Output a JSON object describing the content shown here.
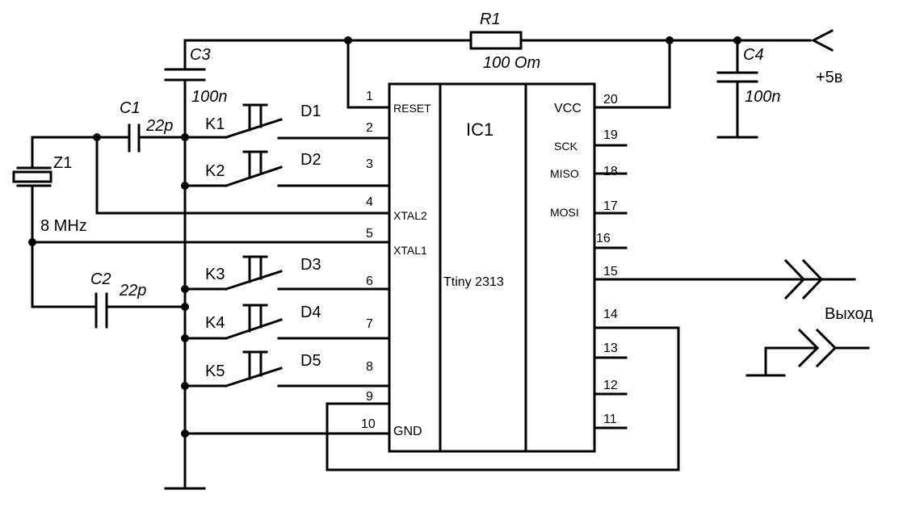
{
  "ic": {
    "ref": "IC1",
    "part": "Ttiny 2313"
  },
  "pins": {
    "p1": "1",
    "p2": "2",
    "p3": "3",
    "p4": "4",
    "p5": "5",
    "p6": "6",
    "p7": "7",
    "p8": "8",
    "p9": "9",
    "p10": "10",
    "p11": "11",
    "p12": "12",
    "p13": "13",
    "p14": "14",
    "p15": "15",
    "p16": "16",
    "p17": "17",
    "p18": "18",
    "p19": "19",
    "p20": "20"
  },
  "pin_names": {
    "reset": "RESET",
    "xtal2": "XTAL2",
    "xtal1": "XTAL1",
    "gnd": "GND",
    "vcc": "VCC",
    "sck": "SCK",
    "miso": "MISO",
    "mosi": "MOSI"
  },
  "components": {
    "r1": {
      "ref": "R1",
      "value": "100 Om"
    },
    "c1": {
      "ref": "C1",
      "value": "22p"
    },
    "c2": {
      "ref": "C2",
      "value": "22p"
    },
    "c3": {
      "ref": "C3",
      "value": "100n"
    },
    "c4": {
      "ref": "C4",
      "value": "100n"
    },
    "z1": {
      "ref": "Z1",
      "value": "8 MHz"
    }
  },
  "keys": [
    "K1",
    "K2",
    "K3",
    "K4",
    "K5"
  ],
  "diodes": [
    "D1",
    "D2",
    "D3",
    "D4",
    "D5"
  ],
  "labels": {
    "supply": "+5в",
    "output": "Выход"
  }
}
